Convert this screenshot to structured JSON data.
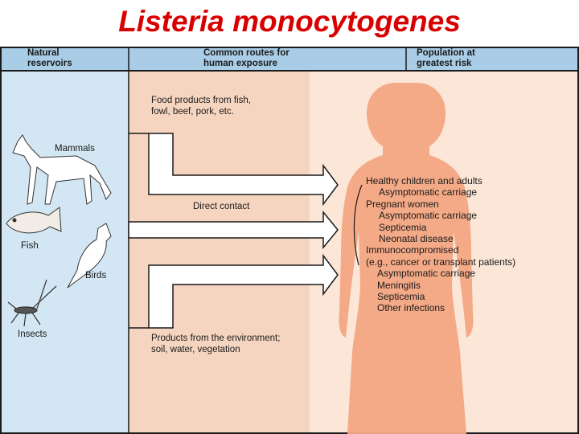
{
  "title": "Listeria monocytogenes",
  "headers": {
    "natural_reservoirs": [
      "Natural",
      "reservoirs"
    ],
    "common_routes": [
      "Common routes for",
      "human exposure"
    ],
    "population_risk": [
      "Population at",
      "greatest risk"
    ]
  },
  "reservoirs": [
    "Mammals",
    "Fish",
    "Birds",
    "Insects"
  ],
  "routes": {
    "food": [
      "Food products from fish,",
      "fowl, beef, pork, etc."
    ],
    "direct": "Direct contact",
    "environment": [
      "Products from the environment;",
      "soil, water, vegetation"
    ]
  },
  "risk_groups": {
    "healthy": "Healthy children and adults",
    "healthy_1": "Asymptomatic carriage",
    "pregnant": "Pregnant women",
    "pregnant_1": "Asymptomatic carriage",
    "pregnant_2": "Septicemia",
    "pregnant_3": "Neonatal disease",
    "immuno": "Immunocompromised",
    "immuno_note": "(e.g., cancer or transplant patients)",
    "immuno_1": "Asymptomatic carriage",
    "immuno_2": "Meningitis",
    "immuno_3": "Septicemia",
    "immuno_4": "Other infections"
  },
  "colors": {
    "title": "#d90000",
    "header_band": "#a9cde6",
    "reservoir_panel": "#d3e6f3",
    "route_panel": "#f6d5c0",
    "body_silhouette": "#f3a783",
    "risk_panel": "#fbe6d8",
    "arrow_outline": "#1a1a1a"
  },
  "icons": [
    "mammal-icon",
    "fish-icon",
    "bird-icon",
    "insect-icon",
    "human-silhouette-icon"
  ]
}
